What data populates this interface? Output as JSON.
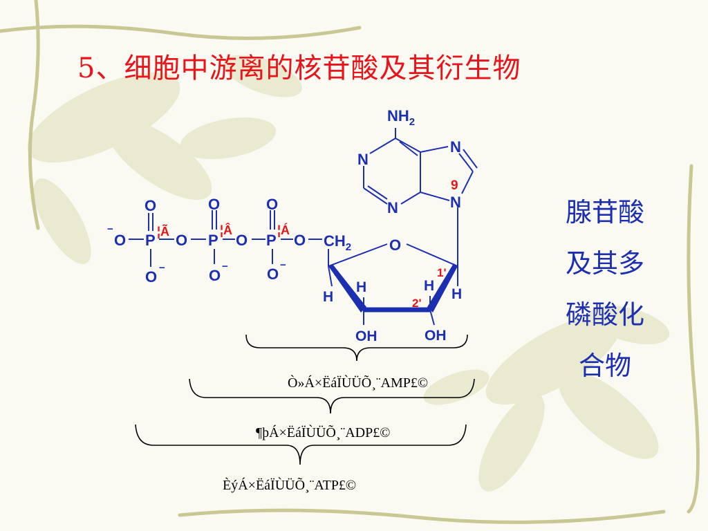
{
  "title": "5、细胞中游离的核苷酸及其衍生物",
  "side_text": [
    "腺苷酸",
    "及其多",
    "磷酸化",
    "合物"
  ],
  "molecule": {
    "nh2": "NH",
    "nh2_sub": "2",
    "ring_n1": "N",
    "ring_n3": "N",
    "ring_n7": "N",
    "ring_n9": "N",
    "label_9": "9",
    "label_1p": "1'",
    "label_2p": "2'",
    "ring_o": "O",
    "ch2": "CH",
    "ch2_sub": "2",
    "h_c4": "H",
    "h_c3": "H",
    "h_c2": "H",
    "h_c1": "H",
    "oh_3": "OH",
    "oh_2": "OH",
    "pa": {
      "p": "P",
      "o_top": "O",
      "o_bot": "O",
      "o_left": "O",
      "o_link": "O",
      "charge_bot": "−",
      "charge_left": "−"
    },
    "pb": {
      "p": "P",
      "o_top": "O",
      "o_bot": "O",
      "o_link": "O",
      "charge_bot": "−"
    },
    "pc": {
      "p": "P",
      "o_top": "O",
      "o_bot": "O",
      "o_link": "O",
      "charge_bot": "−"
    },
    "mark_a": "¦Ã",
    "mark_b": "¦Â",
    "mark_c": "¦Á"
  },
  "brace_labels": {
    "amp": "Ò»Á×ËáÏÙÜÕ¸¨AMP£©",
    "adp": "¶þÁ×ËáÏÙÜÕ¸¨ADP£©",
    "atp": "ÈýÁ×ËáÏÙÜÕ¸¨ATP£©"
  }
}
